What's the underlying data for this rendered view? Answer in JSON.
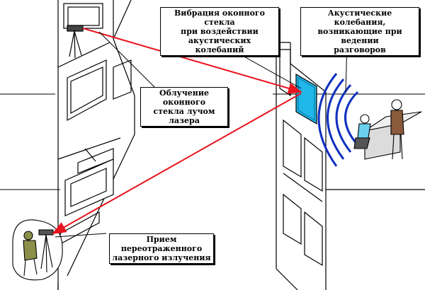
{
  "callouts": {
    "vibration": {
      "lines": [
        "Вибрация оконного стекла",
        "при воздействии",
        "акустических колебаний"
      ]
    },
    "acoustic": {
      "lines": [
        "Акустические колебания,",
        "возникающие при ведении",
        "разговоров"
      ]
    },
    "irradiation": {
      "lines": [
        "Облучение оконного",
        "стекла лучом лазера"
      ]
    },
    "reception": {
      "lines": [
        "Прием переотраженного",
        "лазерного излучения"
      ]
    }
  },
  "colors": {
    "laser_beam": "#e8141e",
    "window_glass": "#1fb8e8",
    "sound_waves": "#1030c0",
    "camouflage": "#8a8f4a",
    "line": "#000000"
  }
}
